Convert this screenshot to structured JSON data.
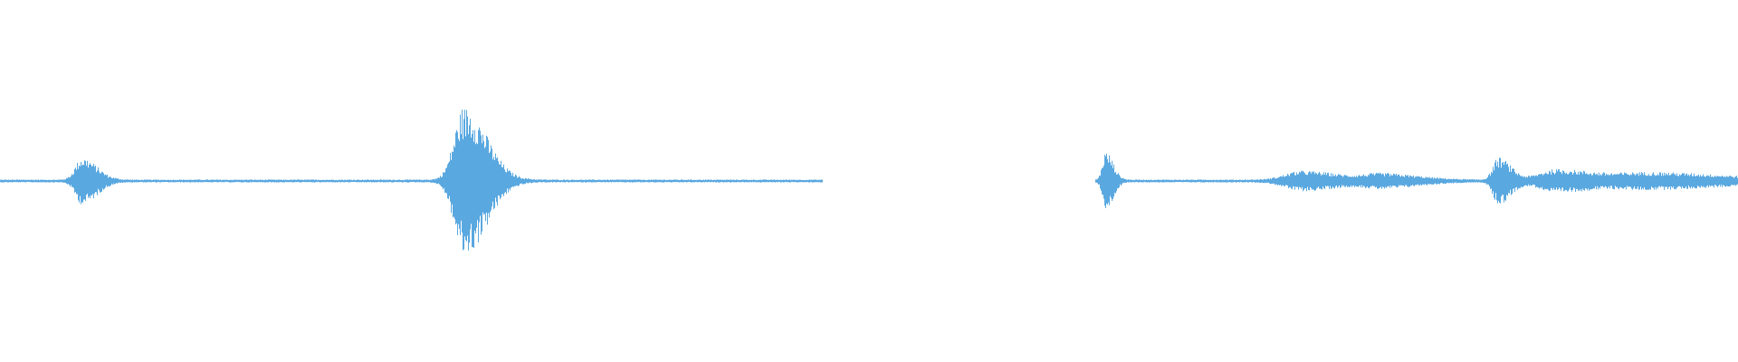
{
  "waveform": {
    "color": "#5aa8e0",
    "background": "#ffffff",
    "duration_fraction_segments": [
      {
        "start": 0.0,
        "end": 0.473,
        "kind": "audio"
      },
      {
        "start": 0.473,
        "end": 0.63,
        "kind": "silence"
      },
      {
        "start": 0.63,
        "end": 1.0,
        "kind": "audio"
      }
    ],
    "bursts": [
      {
        "center": 0.047,
        "amplitude": 0.3,
        "width": 0.012
      },
      {
        "center": 0.267,
        "amplitude": 1.0,
        "width": 0.018
      },
      {
        "center": 0.636,
        "amplitude": 0.38,
        "width": 0.006
      },
      {
        "center": 0.749,
        "amplitude": 0.12,
        "width": 0.03
      },
      {
        "center": 0.795,
        "amplitude": 0.08,
        "width": 0.03
      },
      {
        "center": 0.862,
        "amplitude": 0.3,
        "width": 0.01
      },
      {
        "center": 0.895,
        "amplitude": 0.14,
        "width": 0.03
      },
      {
        "center": 0.95,
        "amplitude": 0.1,
        "width": 0.06
      }
    ],
    "noise_floor": 0.02
  }
}
